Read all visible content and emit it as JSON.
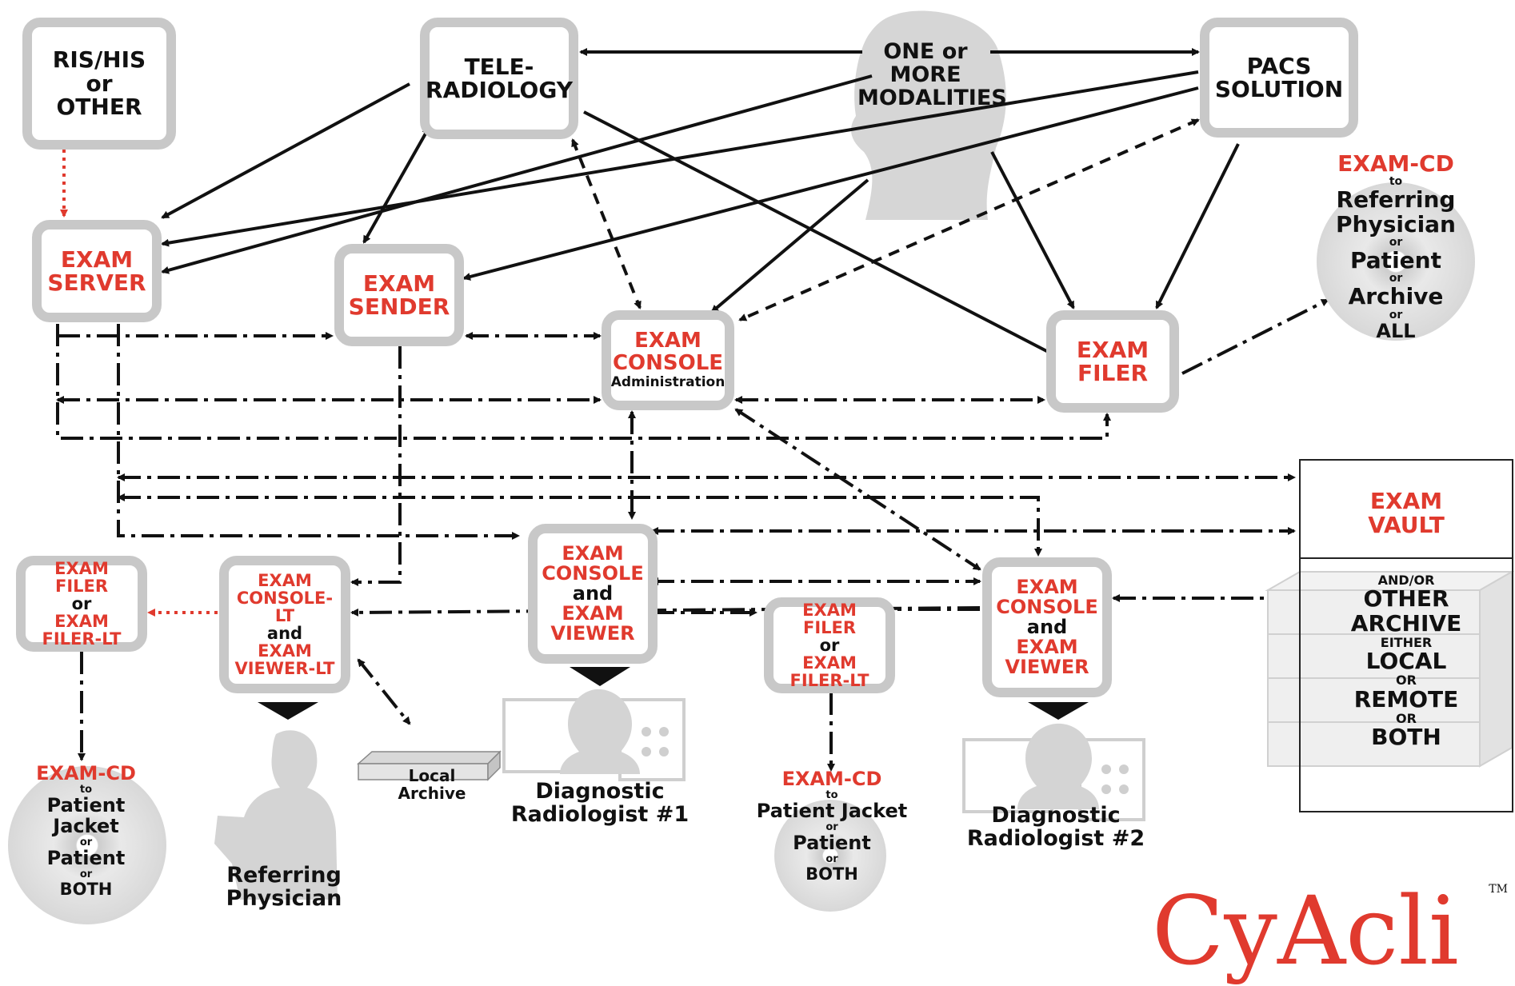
{
  "nodes": {
    "ris": [
      "RIS/HIS",
      "or",
      "OTHER"
    ],
    "tele": [
      "TELE-",
      "RADIOLOGY"
    ],
    "modalities": [
      "ONE or",
      "MORE",
      "MODALITIES"
    ],
    "pacs": [
      "PACS",
      "SOLUTION"
    ],
    "exam_server": [
      "EXAM",
      "SERVER"
    ],
    "exam_sender": [
      "EXAM",
      "SENDER"
    ],
    "exam_console_admin": {
      "lines": [
        "EXAM",
        "CONSOLE"
      ],
      "sub": "Administration"
    },
    "exam_filer": [
      "EXAM",
      "FILER"
    ],
    "exam_vault": [
      "EXAM",
      "VAULT"
    ],
    "exam_filer_left": {
      "red1": "EXAM FILER",
      "or": "or",
      "red2": "EXAM",
      "red3": "FILER-LT"
    },
    "exam_console_lt": {
      "red1": "EXAM",
      "red2": "CONSOLE-LT",
      "and": "and",
      "red3": "EXAM",
      "red4": "VIEWER-LT"
    },
    "exam_console_viewer_1": {
      "red1": "EXAM",
      "red2": "CONSOLE",
      "and": "and",
      "red3": "EXAM",
      "red4": "VIEWER"
    },
    "exam_filer_mid": {
      "red1": "EXAM FILER",
      "or": "or",
      "red2": "EXAM",
      "red3": "FILER-LT"
    },
    "exam_console_viewer_2": {
      "red1": "EXAM",
      "red2": "CONSOLE",
      "and": "and",
      "red3": "EXAM",
      "red4": "VIEWER"
    }
  },
  "cd_top_right": {
    "title": "EXAM-CD",
    "to": "to",
    "l1": "Referring",
    "l2": "Physician",
    "or1": "or",
    "l3": "Patient",
    "or2": "or",
    "l4": "Archive",
    "or3": "or",
    "l5": "ALL"
  },
  "cd_bottom_left": {
    "title": "EXAM-CD",
    "to": "to",
    "l1": "Patient",
    "l2": "Jacket",
    "or1": "or",
    "l3": "Patient",
    "or2": "or",
    "l4": "BOTH"
  },
  "cd_bottom_mid": {
    "title": "EXAM-CD",
    "to": "to",
    "l1": "Patient Jacket",
    "or1": "or",
    "l2": "Patient",
    "or2": "or",
    "l3": "BOTH"
  },
  "other_archive": {
    "and_or": "AND/OR",
    "l1": "OTHER",
    "l2": "ARCHIVE",
    "either": "EITHER",
    "l3": "LOCAL",
    "or1": "OR",
    "l4": "REMOTE",
    "or2": "OR",
    "l5": "BOTH"
  },
  "labels": {
    "referring_physician": [
      "Referring",
      "Physician"
    ],
    "local_archive": [
      "Local",
      "Archive"
    ],
    "diag_1": [
      "Diagnostic",
      "Radiologist #1"
    ],
    "diag_2": [
      "Diagnostic",
      "Radiologist #2"
    ]
  },
  "logo": {
    "text": "CyAcli",
    "tm": "TM"
  },
  "colors": {
    "red": "#e03a2e",
    "border": "#c8c8c8",
    "silhouette": "#d4d4d4",
    "line": "#111111"
  }
}
